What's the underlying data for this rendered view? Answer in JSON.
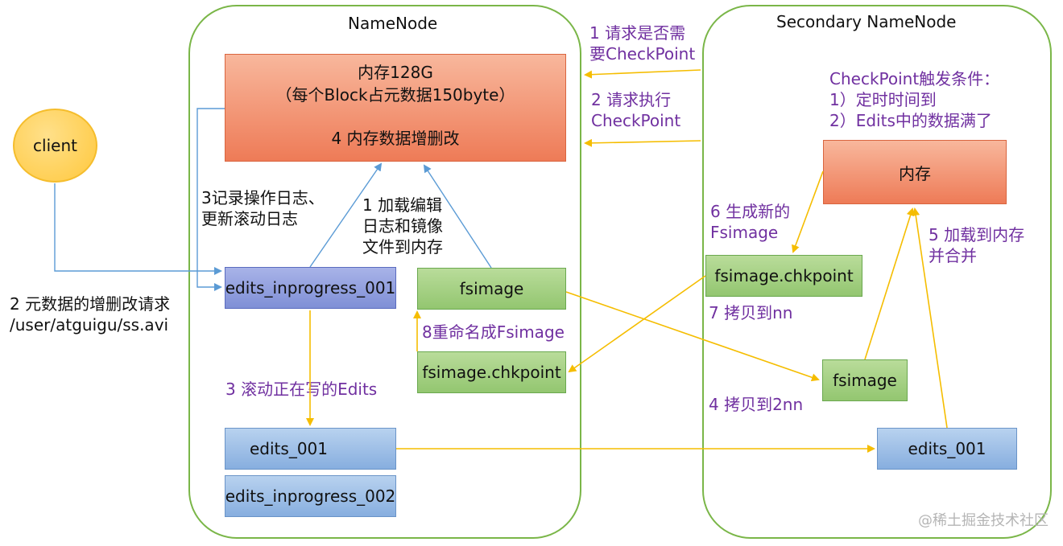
{
  "namenode": {
    "title": "NameNode",
    "memory_box": {
      "line1": "内存128G",
      "line2": "（每个Block占元数据150byte）",
      "line3": "4 内存数据增删改"
    },
    "edits_inprogress_001": "edits_inprogress_001",
    "fsimage": "fsimage",
    "fsimage_chkpoint": "fsimage.chkpoint",
    "edits_001": "edits_001",
    "edits_inprogress_002": "edits_inprogress_002"
  },
  "secondary": {
    "title": "Secondary NameNode",
    "memory": "内存",
    "fsimage_chkpoint": "fsimage.chkpoint",
    "fsimage": "fsimage",
    "edits_001": "edits_001"
  },
  "client": {
    "label": "client"
  },
  "labels": {
    "req_checkpoint": "1 请求是否需\n要CheckPoint",
    "exec_checkpoint": "2 请求执行\nCheckPoint",
    "checkpoint_conditions": "CheckPoint触发条件：\n1）定时时间到\n2）Edits中的数据满了",
    "record_log": "3记录操作日志、\n更新滚动日志",
    "load_edit": "1 加载编辑\n日志和镜像\n文件到内存",
    "gen_new": "6 生成新的\nFsimage",
    "load_merge": "5 加载到内存\n并合并",
    "client_request": "2 元数据的增删改请求\n/user/atguigu/ss.avi",
    "copy_nn": "7 拷贝到nn",
    "rename": "8重命名成Fsimage",
    "roll_edits": "3 滚动正在写的Edits",
    "copy_2nn": "4 拷贝到2nn",
    "watermark": "@稀土掘金技术社区"
  }
}
